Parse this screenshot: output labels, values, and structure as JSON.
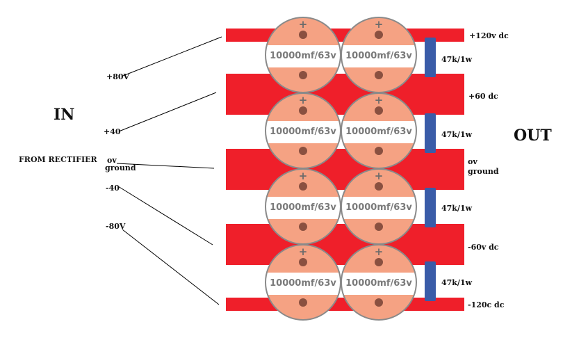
{
  "labels": {
    "in": "IN",
    "out": "OUT",
    "from_rectifier": "FROM RECTIFIER"
  },
  "inputs": {
    "p80": "+80V",
    "p40": "+40",
    "ov": "ov",
    "ground": "ground",
    "m40": "-40",
    "m80": "-80V"
  },
  "outputs": {
    "p120": "+120v dc",
    "p60": "+60 dc",
    "ov": "ov",
    "ground": "ground",
    "m60": "-60v dc",
    "m120": "-120c dc"
  },
  "capacitor": {
    "label": "10000mf/63v",
    "polarity": "+"
  },
  "resistor": {
    "label": "47k/1w"
  },
  "colors": {
    "rail": "#ef1f2a",
    "pad": "#f5a283",
    "lead": "#8a5040",
    "capacitor_outline": "#8a8a8a",
    "resistor": "#3a5ca8",
    "wire": "#000000"
  }
}
